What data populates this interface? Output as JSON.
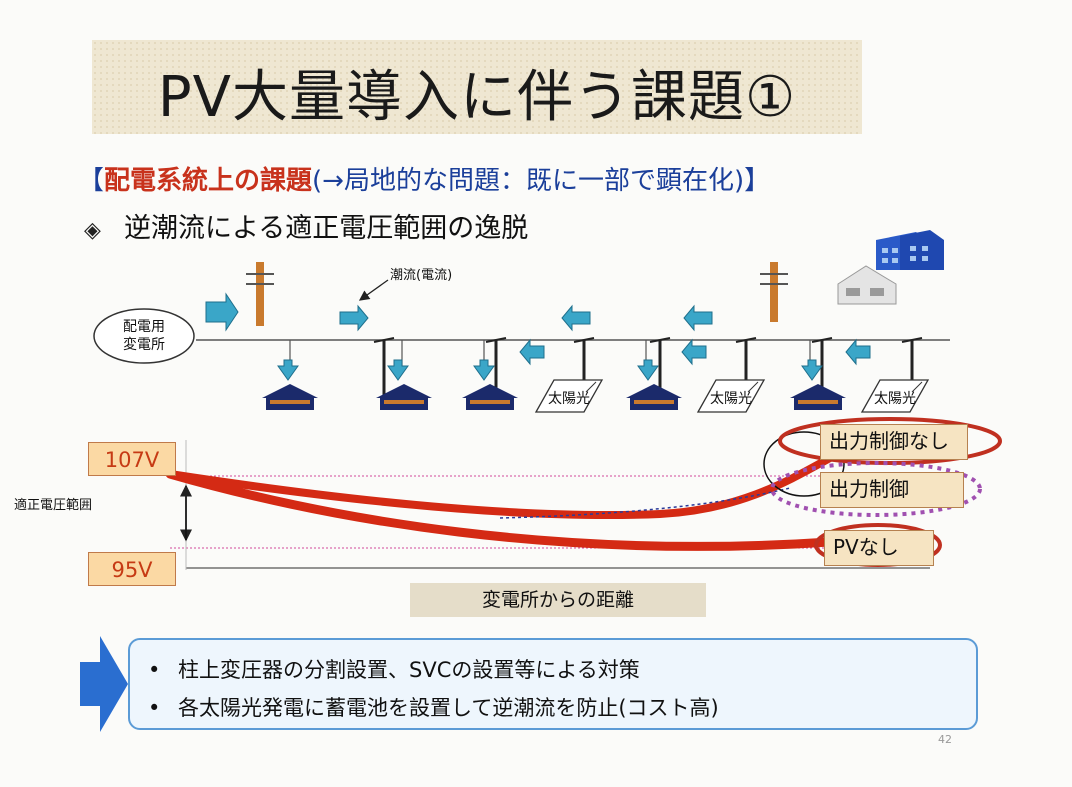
{
  "title": "PV大量導入に伴う課題①",
  "subtitle": {
    "open_bracket": "【",
    "main": "配電系統上の課題",
    "paren": "(→局地的な問題：既に一部で顕在化)",
    "close_bracket": "】"
  },
  "issue": {
    "marker": "◈",
    "text": "逆潮流による適正電圧範囲の逸脱"
  },
  "diagram": {
    "substation": "配電用\n変電所",
    "flow_label": "潮流(電流)",
    "solar_label": "太陽光",
    "solar_count": 3,
    "house_count": 5,
    "colors": {
      "arrow": "#3aa6c8",
      "pole": "#c97a2e",
      "house": "#1b2a6b",
      "curve": "#d42a14",
      "cloud_outline": "#c03020",
      "dotted": "#a050b0"
    }
  },
  "voltage": {
    "upper": "107V",
    "lower": "95V",
    "range_label": "適正電圧範囲",
    "x_axis_label": "変電所からの距離"
  },
  "curves": [
    {
      "label": "出力制御なし",
      "emphasis": "solid-circle"
    },
    {
      "label": "出力制御",
      "emphasis": "dotted-circle"
    },
    {
      "label": "PVなし",
      "emphasis": "solid-circle"
    }
  ],
  "solutions": [
    "柱上変圧器の分割設置、SVCの設置等による対策",
    "各太陽光発電に蓄電池を設置して逆潮流を防止(コスト高)"
  ],
  "bullet_symbol": "•",
  "page_number": "42"
}
